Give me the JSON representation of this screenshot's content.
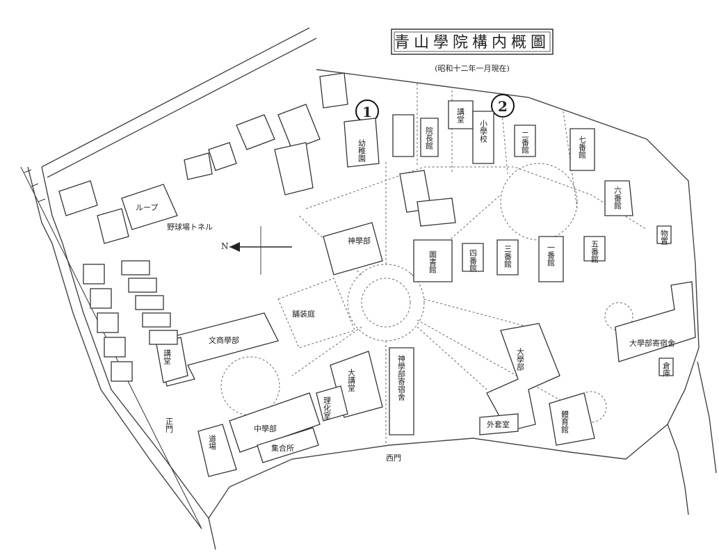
{
  "title": "青山學院構内概圖",
  "subtitle": "(昭和十二年一月現在)",
  "markers": [
    {
      "id": "1",
      "label": "1"
    },
    {
      "id": "2",
      "label": "2"
    }
  ],
  "compass": "N",
  "buildings": {
    "kindergarten": "幼稚園",
    "principal_house": "院長館",
    "auditorium_small": "講堂",
    "elementary_school": "小學校",
    "second_hall": "二番館",
    "seventh_hall": "七番館",
    "sixth_hall": "六番館",
    "fifth_hall": "五番館",
    "third_hall": "三番館",
    "fourth_hall": "四番館",
    "first_hall": "一番館",
    "library": "圖書館",
    "theology": "神學部",
    "theology_dorm": "神學部寄宿舍",
    "college": "大學部",
    "college_dorm": "大學部寄宿舍",
    "literature": "文商學部",
    "middle_school": "中學部",
    "great_hall": "大講堂",
    "physics_chem": "理化室",
    "dojo": "道場",
    "assembly": "集合所",
    "paved_yard": "舗装庭",
    "loop": "ループ",
    "tennis": "野球場トネル",
    "main_gate": "正門",
    "west_gate": "西門",
    "lecture": "講堂",
    "gym": "體育館",
    "outside_rooms": "外套室",
    "warehouse": "物置",
    "stables": "倉庫"
  }
}
